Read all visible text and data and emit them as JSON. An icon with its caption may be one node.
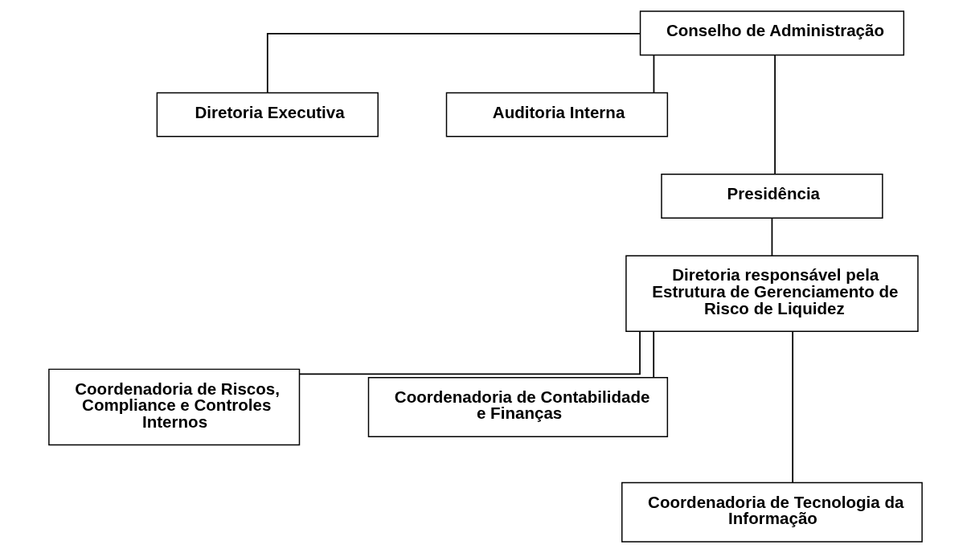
{
  "diagram": {
    "nodes": [
      {
        "text": [
          "Conselho de Administração"
        ]
      },
      {
        "text": [
          "Diretoria Executiva"
        ]
      },
      {
        "text": [
          "Auditoria Interna"
        ]
      },
      {
        "text": [
          "Presidência"
        ]
      },
      {
        "text": [
          "Diretoria responsável pela Estrutura de Gerenciamento de Risco de Liquidez"
        ]
      },
      {
        "text": [
          "Coordenadoria de Riscos, Compliance e Controles Internos"
        ]
      },
      {
        "text": [
          "Coordenadoria de Contabilidade e Finanças"
        ]
      },
      {
        "text": [
          "Coordenadoria de Tecnologia da Informação"
        ]
      }
    ],
    "edges": [
      {
        "from": 0,
        "to": 1,
        "arrow": "none"
      },
      {
        "from": 0,
        "to": 3,
        "arrow": "none"
      },
      {
        "from": 0,
        "to": 2,
        "arrow": "none"
      },
      {
        "from": 3,
        "to": 4,
        "arrow": "none"
      },
      {
        "from": 4,
        "to": 5,
        "arrow": "none"
      },
      {
        "from": 4,
        "to": 7,
        "arrow": "none"
      },
      {
        "from": 4,
        "to": 6,
        "arrow": "none"
      }
    ]
  }
}
